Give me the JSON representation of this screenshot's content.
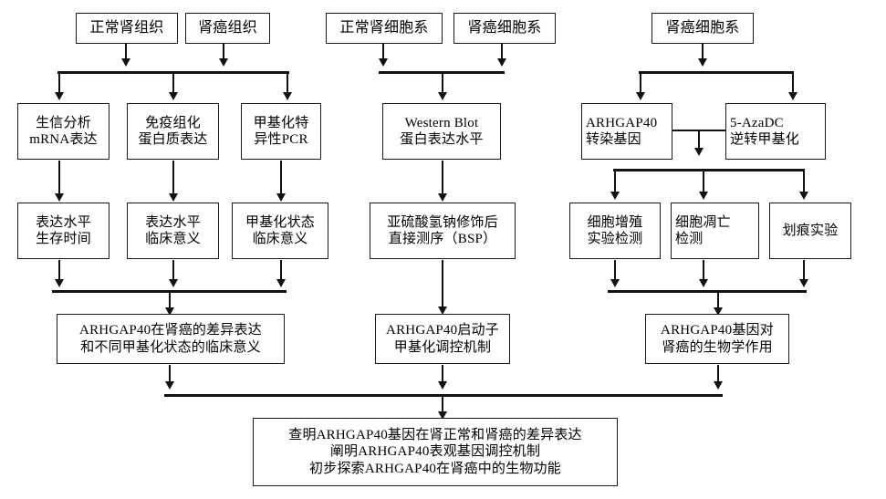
{
  "diagram": {
    "title": "ARHGAP40 renal carcinoma research flowchart",
    "nodes": {
      "normal_kidney_tissue": {
        "lines": [
          "正常肾组织"
        ]
      },
      "kidney_cancer_tissue": {
        "lines": [
          "肾癌组织"
        ]
      },
      "normal_kidney_cell_line": {
        "lines": [
          "正常肾细胞系"
        ]
      },
      "kidney_cancer_cell_line_mid": {
        "lines": [
          "肾癌细胞系"
        ]
      },
      "kidney_cancer_cell_line_right": {
        "lines": [
          "肾癌细胞系"
        ]
      },
      "bioinformatics_mrna": {
        "lines": [
          "生信分析",
          "mRNA表达"
        ]
      },
      "ihc_protein": {
        "lines": [
          "免疫组化",
          "蛋白质表达"
        ]
      },
      "msp_pcr": {
        "lines": [
          "甲基化特",
          "异性PCR"
        ]
      },
      "western_blot": {
        "lines": [
          "Western Blot",
          "蛋白表达水平"
        ]
      },
      "arhgap40_transfect": {
        "lines": [
          "ARHGAP40",
          "转染基因"
        ]
      },
      "azadc_demethylation": {
        "lines": [
          "5-AzaDC",
          "逆转甲基化"
        ]
      },
      "expression_survival": {
        "lines": [
          "表达水平",
          "生存时间"
        ]
      },
      "expression_clinical": {
        "lines": [
          "表达水平",
          "临床意义"
        ]
      },
      "methylation_clinical": {
        "lines": [
          "甲基化状态",
          "临床意义"
        ]
      },
      "bsp_sequencing": {
        "lines": [
          "亚硫酸氢钠修饰后",
          "直接测序（BSP）"
        ]
      },
      "proliferation_assay": {
        "lines": [
          "细胞增殖",
          "实验检测"
        ]
      },
      "apoptosis_assay": {
        "lines": [
          "细胞凋亡",
          "检测"
        ]
      },
      "scratch_assay": {
        "lines": [
          "划痕实验"
        ]
      },
      "conclusion_expression": {
        "lines": [
          "ARHGAP40在肾癌的差异表达",
          "和不同甲基化状态的临床意义"
        ]
      },
      "conclusion_promoter": {
        "lines": [
          "ARHGAP40启动子",
          "甲基化调控机制"
        ]
      },
      "conclusion_biology": {
        "lines": [
          "ARHGAP40基因对",
          "肾癌的生物学作用"
        ]
      },
      "final_goal": {
        "lines": [
          "查明ARHGAP40基因在肾正常和肾癌的差异表达",
          "阐明ARHGAP40表观基因调控机制",
          "初步探索ARHGAP40在肾癌中的生物功能"
        ]
      }
    },
    "colors": {
      "line": "#111111",
      "border": "#1a1a1a",
      "background": "#ffffff",
      "text": "#000000"
    }
  }
}
